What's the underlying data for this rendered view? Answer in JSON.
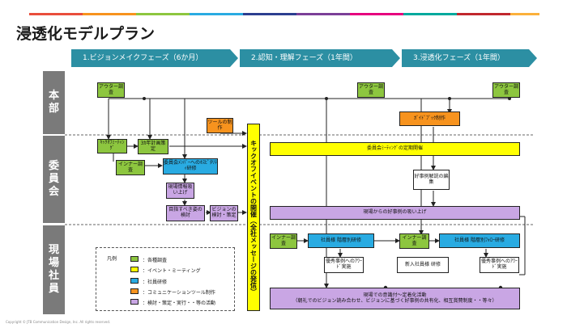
{
  "title": "浸透化モデルプラン",
  "stripe_colors": [
    "#e94e3c",
    "#f7931e",
    "#8dc63f",
    "#29abe2",
    "#2c3e90",
    "#7b3f98",
    "#e6007e",
    "#00a99d",
    "#c1272d",
    "#fbb03b"
  ],
  "phases": [
    "1.ビジョンメイクフェーズ（6か月）",
    "2.認知・理解フェーズ（1年間）",
    "3.浸透化フェーズ（1年間）"
  ],
  "rows": {
    "honbu": [
      "本",
      "部"
    ],
    "iinkai": [
      "委",
      "員",
      "会"
    ],
    "genba": [
      "現",
      "場",
      "社",
      "員"
    ]
  },
  "boxes": {
    "outer1": "アウター調査",
    "outer2": "アウター調査",
    "outer3": "アウター調査",
    "tool": "ツールの制作",
    "guidebook": "ｶﾞｲﾄﾞﾌﾞｯｸ制作",
    "kickoff_meeting": "ｷｯｸｵﾌﾐｰﾃｨﾝｸﾞ",
    "plan3": "3ｶ年計画策定",
    "inner1": "インナー調査",
    "hospitality": "委員会ﾒﾝﾊﾞｰへのﾎｽﾋﾟﾀﾘﾃｨ研修",
    "info": "現場情報吸い上げ",
    "goal": "目指すべき姿の検討",
    "vision": "ビジョンの検討・策定",
    "regular_meeting": "委員会ﾐｰﾃｨﾝｸﾞの定期開催",
    "good_cases": "好事例解説の編集",
    "collect": "現場からの好事例の吸い上げ",
    "inner2": "インナー調査",
    "training1": "社員様 階層別研修",
    "inner3": "インナー調査",
    "followup": "社員様 階層別ﾌｫﾛｰ研修",
    "award1": "優秀事例へのｱﾜｰﾄﾞ実施",
    "newhire": "新入社員様 研修",
    "award2": "優秀事例へのｱﾜｰﾄﾞ実施",
    "activity_line1": "現場での意識付～定着化活動",
    "activity_line2": "（朝礼でのビジョン読み合わせ、ビジョンに基づく好事例の共有化、相互賞賛制度・・等々）"
  },
  "kickoff": "キックオフイベントの開催（全社メッセージの発信）",
  "legend": {
    "title": "凡例",
    "items": [
      {
        "color": "#8dc63f",
        "label": "：各種調査"
      },
      {
        "color": "#ffff00",
        "label": "：イベント・ミーティング"
      },
      {
        "color": "#29abe2",
        "label": "：社員研修"
      },
      {
        "color": "#f7931e",
        "label": "：コミュニケーションツール制作"
      },
      {
        "color": "#c9a6e4",
        "label": "：検討・策定・実行・・等の活動"
      }
    ]
  },
  "copyright": "Copyright © JTB Communication Design, Inc. All rights reserved."
}
